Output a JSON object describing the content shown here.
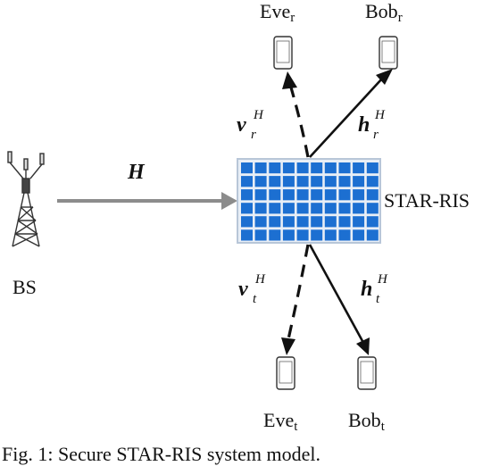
{
  "labels": {
    "bs": "BS",
    "star_ris": "STAR-RIS",
    "eve_r": {
      "base": "Eve",
      "sub": "r"
    },
    "bob_r": {
      "base": "Bob",
      "sub": "r"
    },
    "eve_t": {
      "base": "Eve",
      "sub": "t"
    },
    "bob_t": {
      "base": "Bob",
      "sub": "t"
    }
  },
  "channels": {
    "H": "H",
    "v_r": {
      "base": "v",
      "sub": "r",
      "sup": "H"
    },
    "h_r": {
      "base": "h",
      "sub": "r",
      "sup": "H"
    },
    "v_t": {
      "base": "v",
      "sub": "t",
      "sup": "H"
    },
    "h_t": {
      "base": "h",
      "sub": "t",
      "sup": "H"
    }
  },
  "caption": "Fig. 1: Secure STAR-RIS system model.",
  "colors": {
    "ris_cell": "#1c6fd1",
    "ris_frame": "#b8c6d8",
    "bs_arrow": "#8c8c8c",
    "ink": "#111111"
  }
}
